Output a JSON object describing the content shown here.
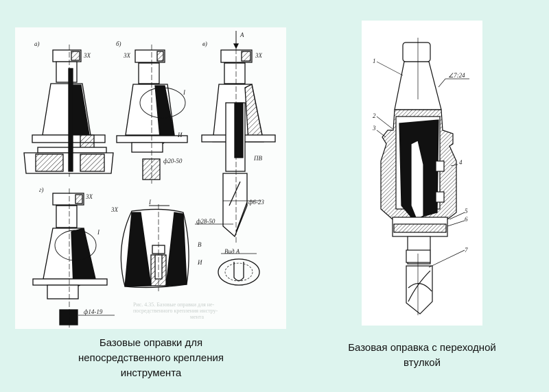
{
  "left_figure": {
    "labels": {
      "a": "а)",
      "b": "б)",
      "v": "в)",
      "g": "г)",
      "zx": "3Х",
      "i_mark": "И",
      "v_mark": "В",
      "detail": "I",
      "arrow_a": "А",
      "pv": "ПВ",
      "d20_50": "ф20-50",
      "d6_23": "ф6-23",
      "d28_50": "ф28-50",
      "d14_19": "ф14-19",
      "view_a": "Вид А"
    },
    "faint_caption": [
      "Рис. 4.35. Базовые оправки для не-",
      "посредственного крепления инстру-",
      "мента"
    ]
  },
  "right_figure": {
    "labels": {
      "n1": "1",
      "n2": "2",
      "n3": "3",
      "n4": "4",
      "n5": "5",
      "n6": "6",
      "n7": "7",
      "taper": "∠7:24"
    }
  },
  "captions": {
    "left": [
      "Базовые оправки для",
      "непосредственного крепления",
      "инструмента"
    ],
    "right": [
      "Базовая оправка с переходной",
      "втулкой"
    ]
  }
}
